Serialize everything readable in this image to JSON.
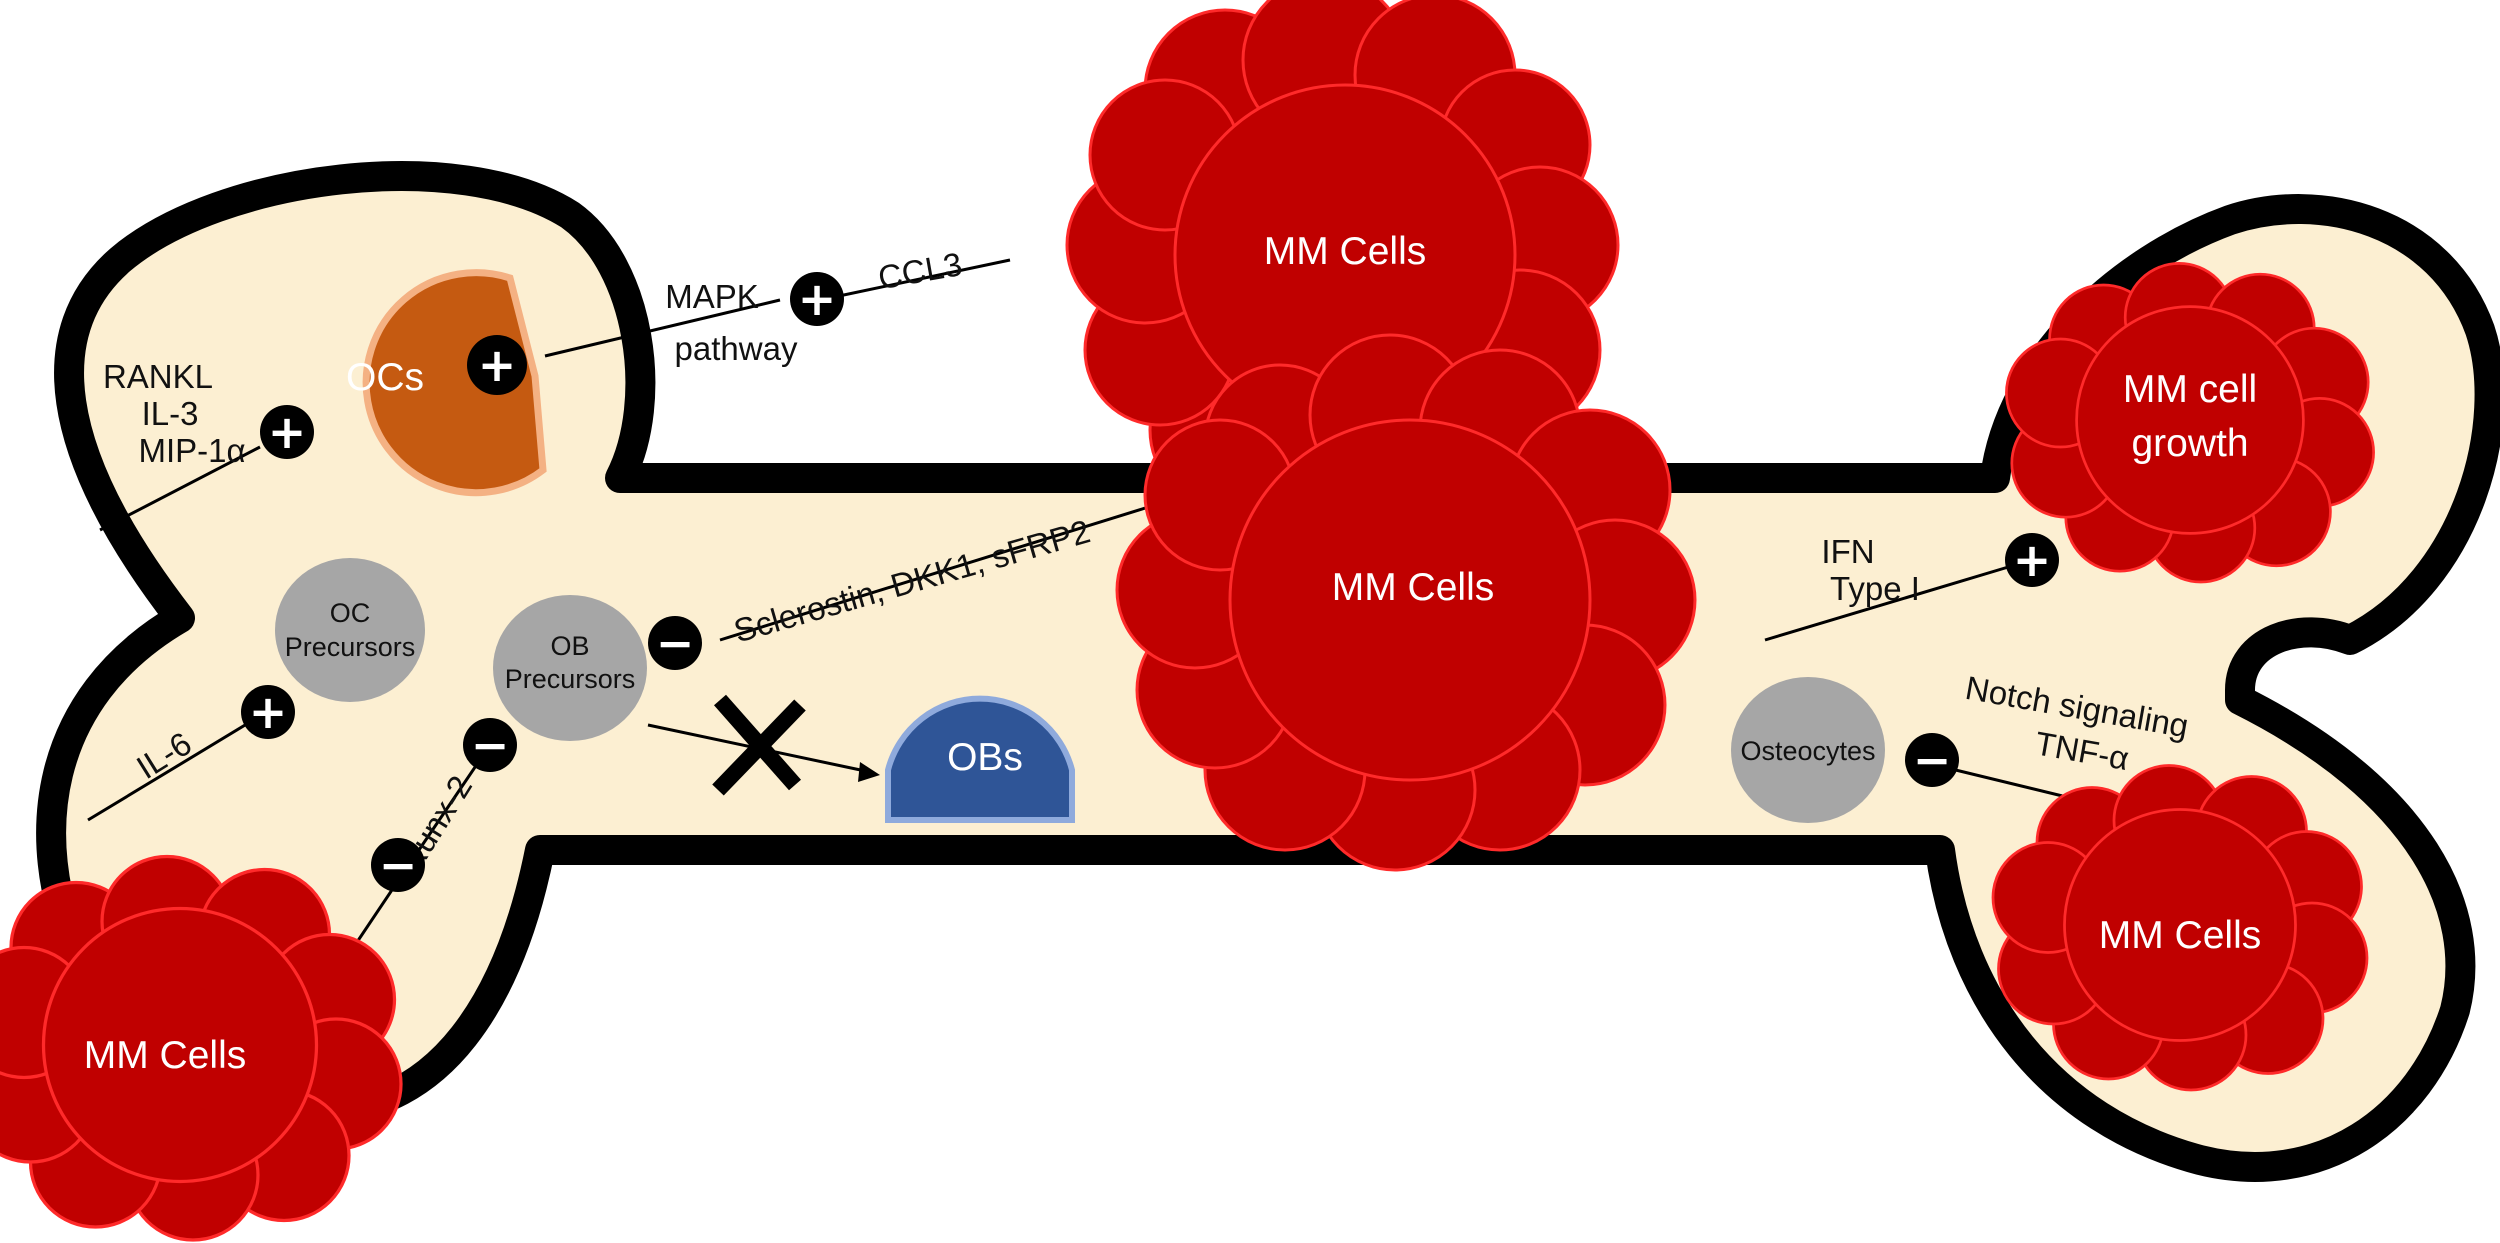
{
  "colors": {
    "bone_fill": "#FCEFD2",
    "bone_outline": "#000000",
    "mm_cell": "#C00000",
    "mm_cell_edge": "#FF2A2A",
    "oc": "#C55A11",
    "oc_edge": "#F4B183",
    "ob": "#2F5597",
    "ob_edge": "#8FAADC",
    "precursor": "#A6A6A6",
    "node": "#000000"
  },
  "cells": {
    "mm_top": "MM Cells",
    "mm_center": "MM Cells",
    "mm_growth_line1": "MM cell",
    "mm_growth_line2": "growth",
    "mm_right_bottom": "MM Cells",
    "mm_left_bottom": "MM Cells",
    "ocs": "OCs",
    "obs": "OBs",
    "oc_precursors_line1": "OC",
    "oc_precursors_line2": "Precursors",
    "ob_precursors_line1": "OB",
    "ob_precursors_line2": "Precursors",
    "osteocytes": "Osteocytes"
  },
  "labels": {
    "mapk_line1": "MAPK",
    "mapk_line2": "pathway",
    "ccl3": "CCL3",
    "rankl": "RANKL",
    "il3": "IL-3",
    "mip1a": "MIP-1α",
    "sclerostin": "Sclerostin, DKK1, sFRP2",
    "il6": "IL-6",
    "runx2": "Runx-2",
    "ifn_line1": "IFN",
    "ifn_line2": "Type I",
    "notch_line1": "Notch signaling",
    "notch_line2": "TNF-α"
  },
  "signs": {
    "plus": "+",
    "minus": "−"
  }
}
